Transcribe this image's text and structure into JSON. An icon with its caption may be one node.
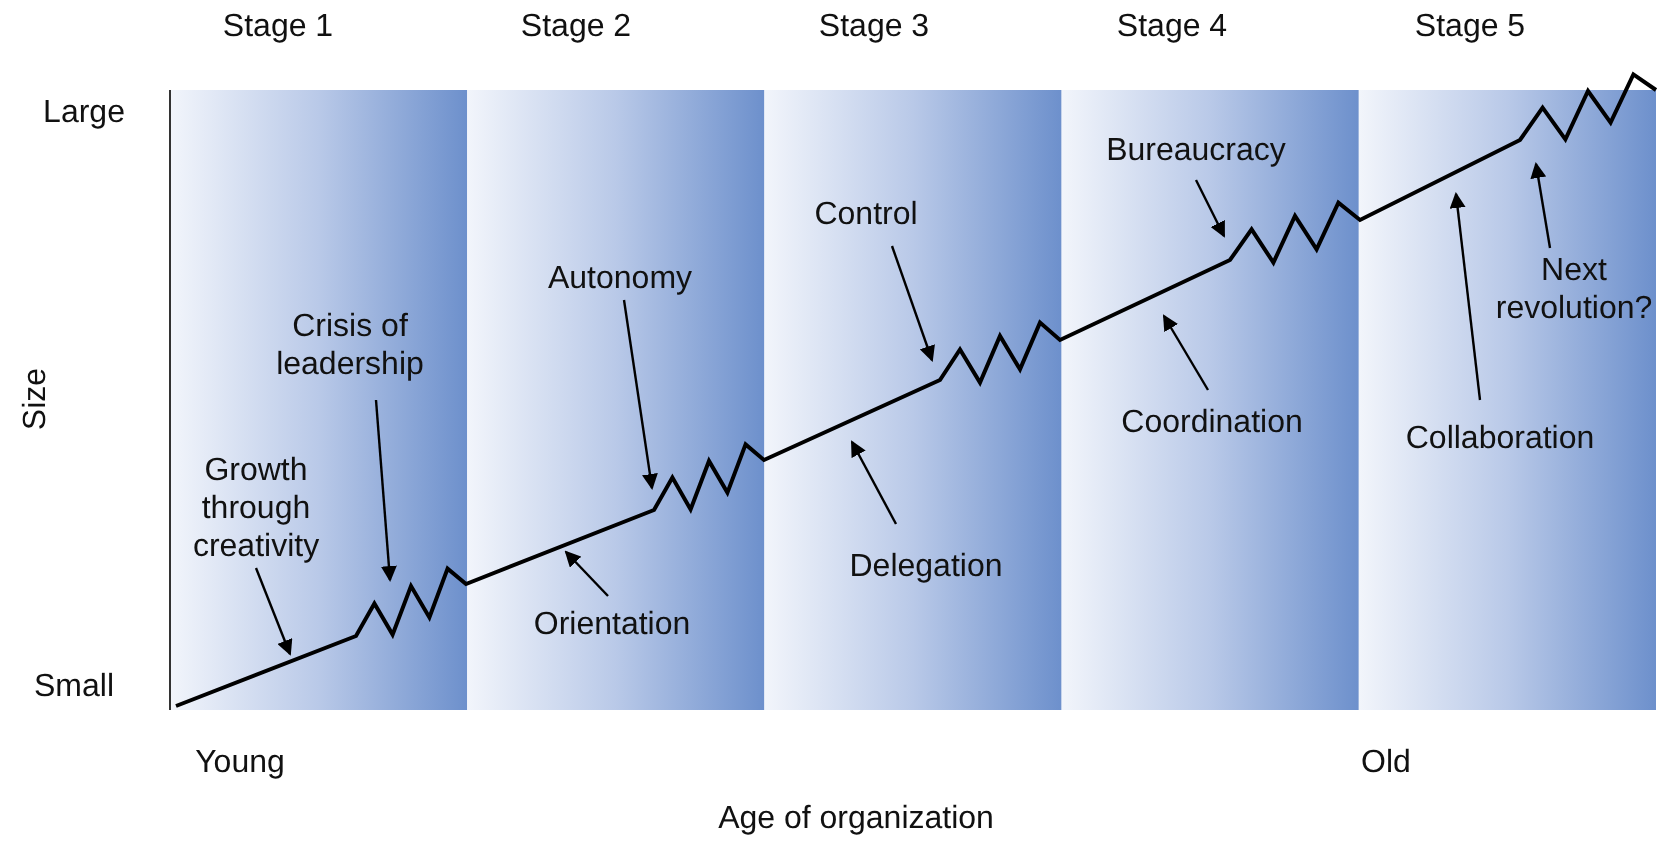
{
  "diagram": {
    "nodes": [
      {
        "text": [
          "Growth through creativity"
        ]
      },
      {
        "text": [
          "Crisis of leadership"
        ]
      },
      {
        "text": [
          "Autonomy"
        ]
      },
      {
        "text": [
          "Orientation"
        ]
      },
      {
        "text": [
          "Control"
        ]
      },
      {
        "text": [
          "Delegation"
        ]
      },
      {
        "text": [
          "Bureaucracy"
        ]
      },
      {
        "text": [
          "Coordination"
        ]
      },
      {
        "text": [
          "Next revolution?"
        ]
      },
      {
        "text": [
          "Collaboration"
        ]
      }
    ],
    "edges": [
      {
        "from": 0,
        "to": null,
        "arrow": "to"
      },
      {
        "from": 1,
        "to": null,
        "arrow": "to"
      },
      {
        "from": 2,
        "to": null,
        "arrow": "to"
      },
      {
        "from": 3,
        "to": null,
        "arrow": "to"
      },
      {
        "from": 4,
        "to": null,
        "arrow": "to"
      },
      {
        "from": 5,
        "to": null,
        "arrow": "to"
      },
      {
        "from": 6,
        "to": null,
        "arrow": "to"
      },
      {
        "from": 7,
        "to": null,
        "arrow": "to"
      },
      {
        "from": 8,
        "to": null,
        "arrow": "to"
      },
      {
        "from": 9,
        "to": null,
        "arrow": "to"
      }
    ],
    "labels": [
      "Stage 1",
      "Stage 2",
      "Stage 3",
      "Stage 4",
      "Stage 5",
      "Large",
      "Size",
      "Small",
      "Young",
      "Old",
      "Age of organization"
    ]
  }
}
